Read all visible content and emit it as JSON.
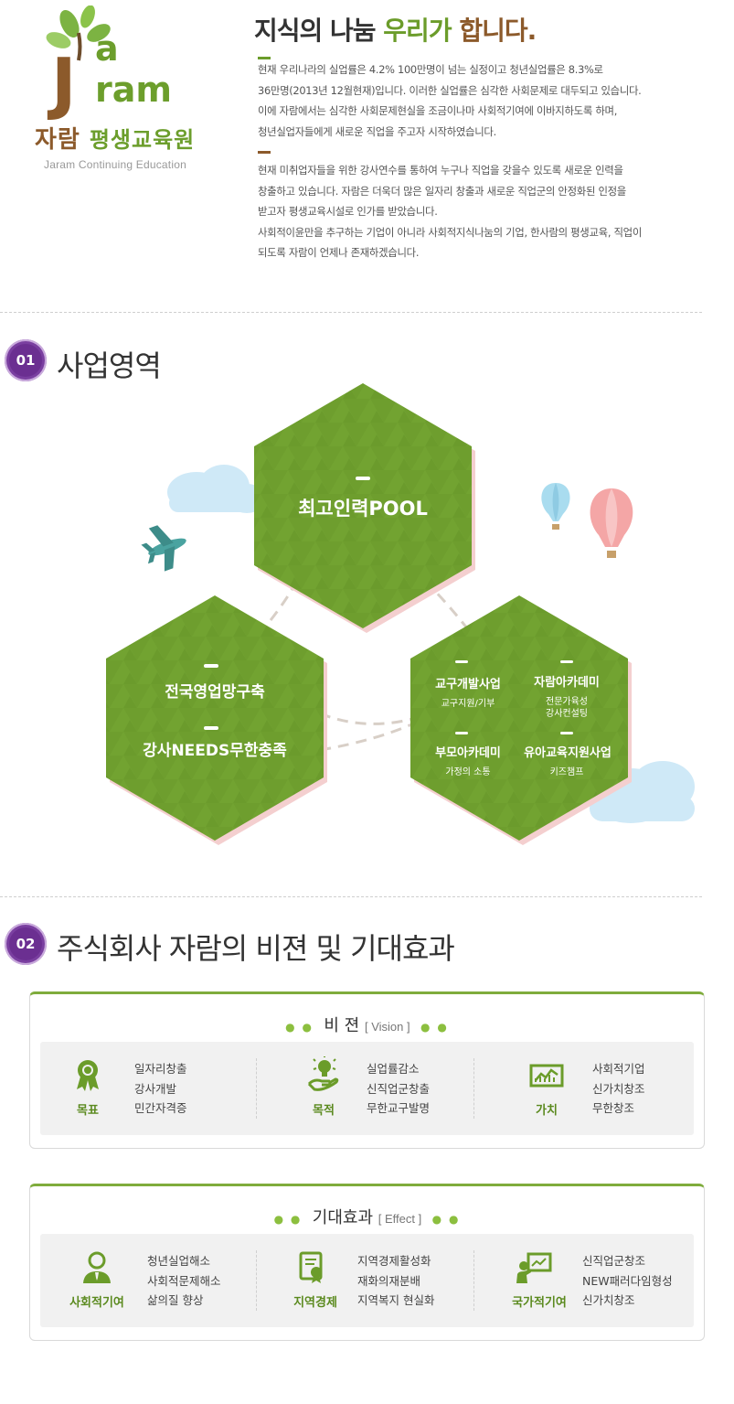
{
  "logo": {
    "letters_top": "a",
    "letters_mid": "ram",
    "letter_big": "J",
    "name_ko_1": "자람",
    "name_ko_2": "평생교육원",
    "name_en": "Jaram Continuing Education"
  },
  "intro": {
    "title_part1": "지식의 나눔 ",
    "title_part2": "우리가",
    "title_part3": " 합니다.",
    "para1": [
      "현재 우리나라의 실업률은 4.2% 100만명이 넘는 실정이고 청년실업률은 8.3%로",
      "36만명(2013년 12월현재)입니다. 이러한 실업률은 심각한 사회문제로 대두되고 있습니다.",
      "이에 자람에서는 심각한 사회문제현실을 조금이나마 사회적기여에 이바지하도록 하며,",
      "청년실업자들에게 새로운 직업을 주고자 시작하였습니다."
    ],
    "para2": [
      "현재 미취업자들을 위한 강사연수를 통하여 누구나 직업을 갖을수 있도록 새로운 인력을",
      "창출하고 있습니다. 자람은 더욱더 많은 일자리 창출과 새로운 직업군의 안정화된 인정을",
      "받고자 평생교육시설로 인가를 받았습니다.",
      "사회적이윤만을 추구하는 기업이 아니라 사회적지식나눔의 기업, 한사람의 평생교육, 직업이",
      "되도록 자람이 언제나 존재하겠습니다."
    ]
  },
  "section1": {
    "number": "01",
    "title": "사업영역"
  },
  "hexes": {
    "top": {
      "label": "최고인력POOL"
    },
    "left": {
      "label1": "전국영업망구축",
      "label2": "강사NEEDS무한충족"
    },
    "right": {
      "items": [
        {
          "title": "교구개발사업",
          "sub": "교구지원/기부"
        },
        {
          "title": "자람아카데미",
          "sub": "전문가육성\n강사컨설팅",
          "sub1": "전문가육성",
          "sub2": "강사컨설팅"
        },
        {
          "title": "부모아카데미",
          "sub": "가정의 소통"
        },
        {
          "title": "유아교육지원사업",
          "sub": "키즈챔프"
        }
      ]
    }
  },
  "colors": {
    "hex_green": "#6e9e2e",
    "accent_green": "#6b9c2a",
    "accent_brown": "#8c5a2b",
    "badge_purple": "#6b2f91",
    "box_label_green": "#5b8a1f"
  },
  "section2": {
    "number": "02",
    "title": "주식회사 자람의 비젼 및 기대효과"
  },
  "vision": {
    "dots": "● ●",
    "title": "비 젼",
    "sub": "[ Vision ]",
    "columns": [
      {
        "icon": "award-ribbon-icon",
        "label": "목표",
        "items": [
          "일자리창출",
          "강사개발",
          "민간자격증"
        ]
      },
      {
        "icon": "lightbulb-hand-icon",
        "label": "목적",
        "items": [
          "실업률감소",
          "신직업군창출",
          "무한교구발명"
        ]
      },
      {
        "icon": "chart-monitor-icon",
        "label": "가치",
        "items": [
          "사회적기업",
          "신가치창조",
          "무한창조"
        ]
      }
    ]
  },
  "effect": {
    "dots": "● ●",
    "title": "기대효과",
    "sub": "[ Effect ]",
    "columns": [
      {
        "icon": "person-tie-icon",
        "label": "사회적기여",
        "items": [
          "청년실업해소",
          "사회적문제해소",
          "삶의질 향상"
        ]
      },
      {
        "icon": "certificate-book-icon",
        "label": "지역경제",
        "items": [
          "지역경제활성화",
          "재화의재분배",
          "지역복지 현실화"
        ]
      },
      {
        "icon": "presentation-board-icon",
        "label": "국가적기여",
        "items": [
          "신직업군창조",
          "NEW패러다임형성",
          "신가치창조"
        ]
      }
    ]
  }
}
